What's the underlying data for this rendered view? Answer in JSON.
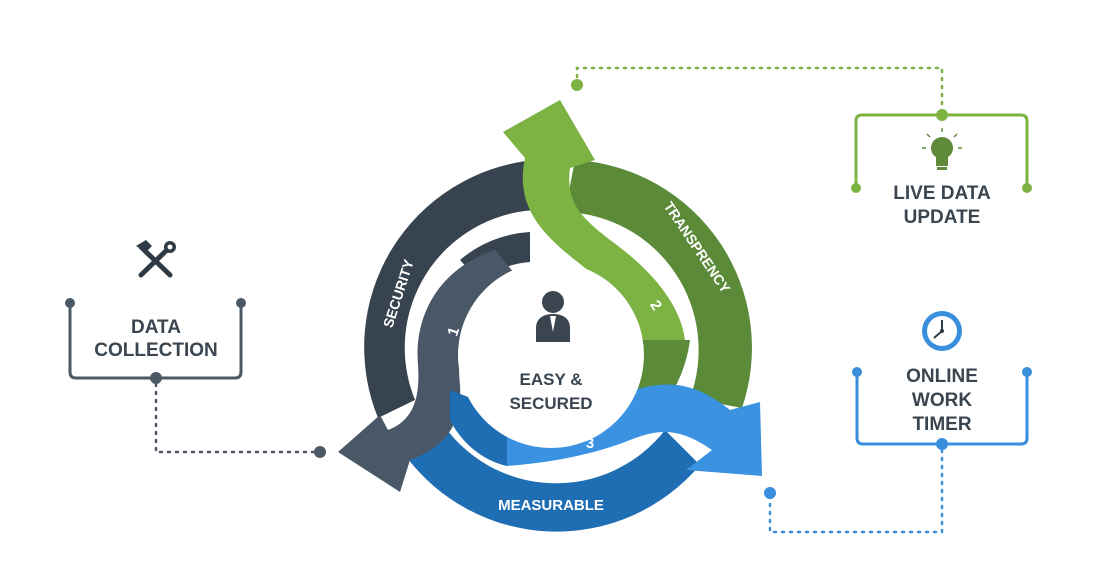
{
  "center": {
    "line1": "EASY &",
    "line2": "SECURED",
    "icon": "user-icon"
  },
  "segments": [
    {
      "number": "1",
      "label": "SECURITY",
      "color": "#3a4550",
      "inner_color": "#4b5866"
    },
    {
      "number": "2",
      "label": "TRANSPRENCY",
      "color": "#5e8a3a",
      "inner_color": "#7cb342"
    },
    {
      "number": "3",
      "label": "MEASURABLE",
      "color": "#1e6fb5",
      "inner_color": "#3a92e0"
    }
  ],
  "callouts": {
    "data_collection": {
      "line1": "DATA",
      "line2": "COLLECTION",
      "icon": "tools-icon",
      "color": "#4b5866"
    },
    "live_data_update": {
      "line1": "LIVE DATA",
      "line2": "UPDATE",
      "icon": "lightbulb-icon",
      "color": "#7cb342"
    },
    "online_work_timer": {
      "line1": "ONLINE",
      "line2": "WORK",
      "line3": "TIMER",
      "icon": "clock-icon",
      "color": "#3a8fdc"
    }
  }
}
